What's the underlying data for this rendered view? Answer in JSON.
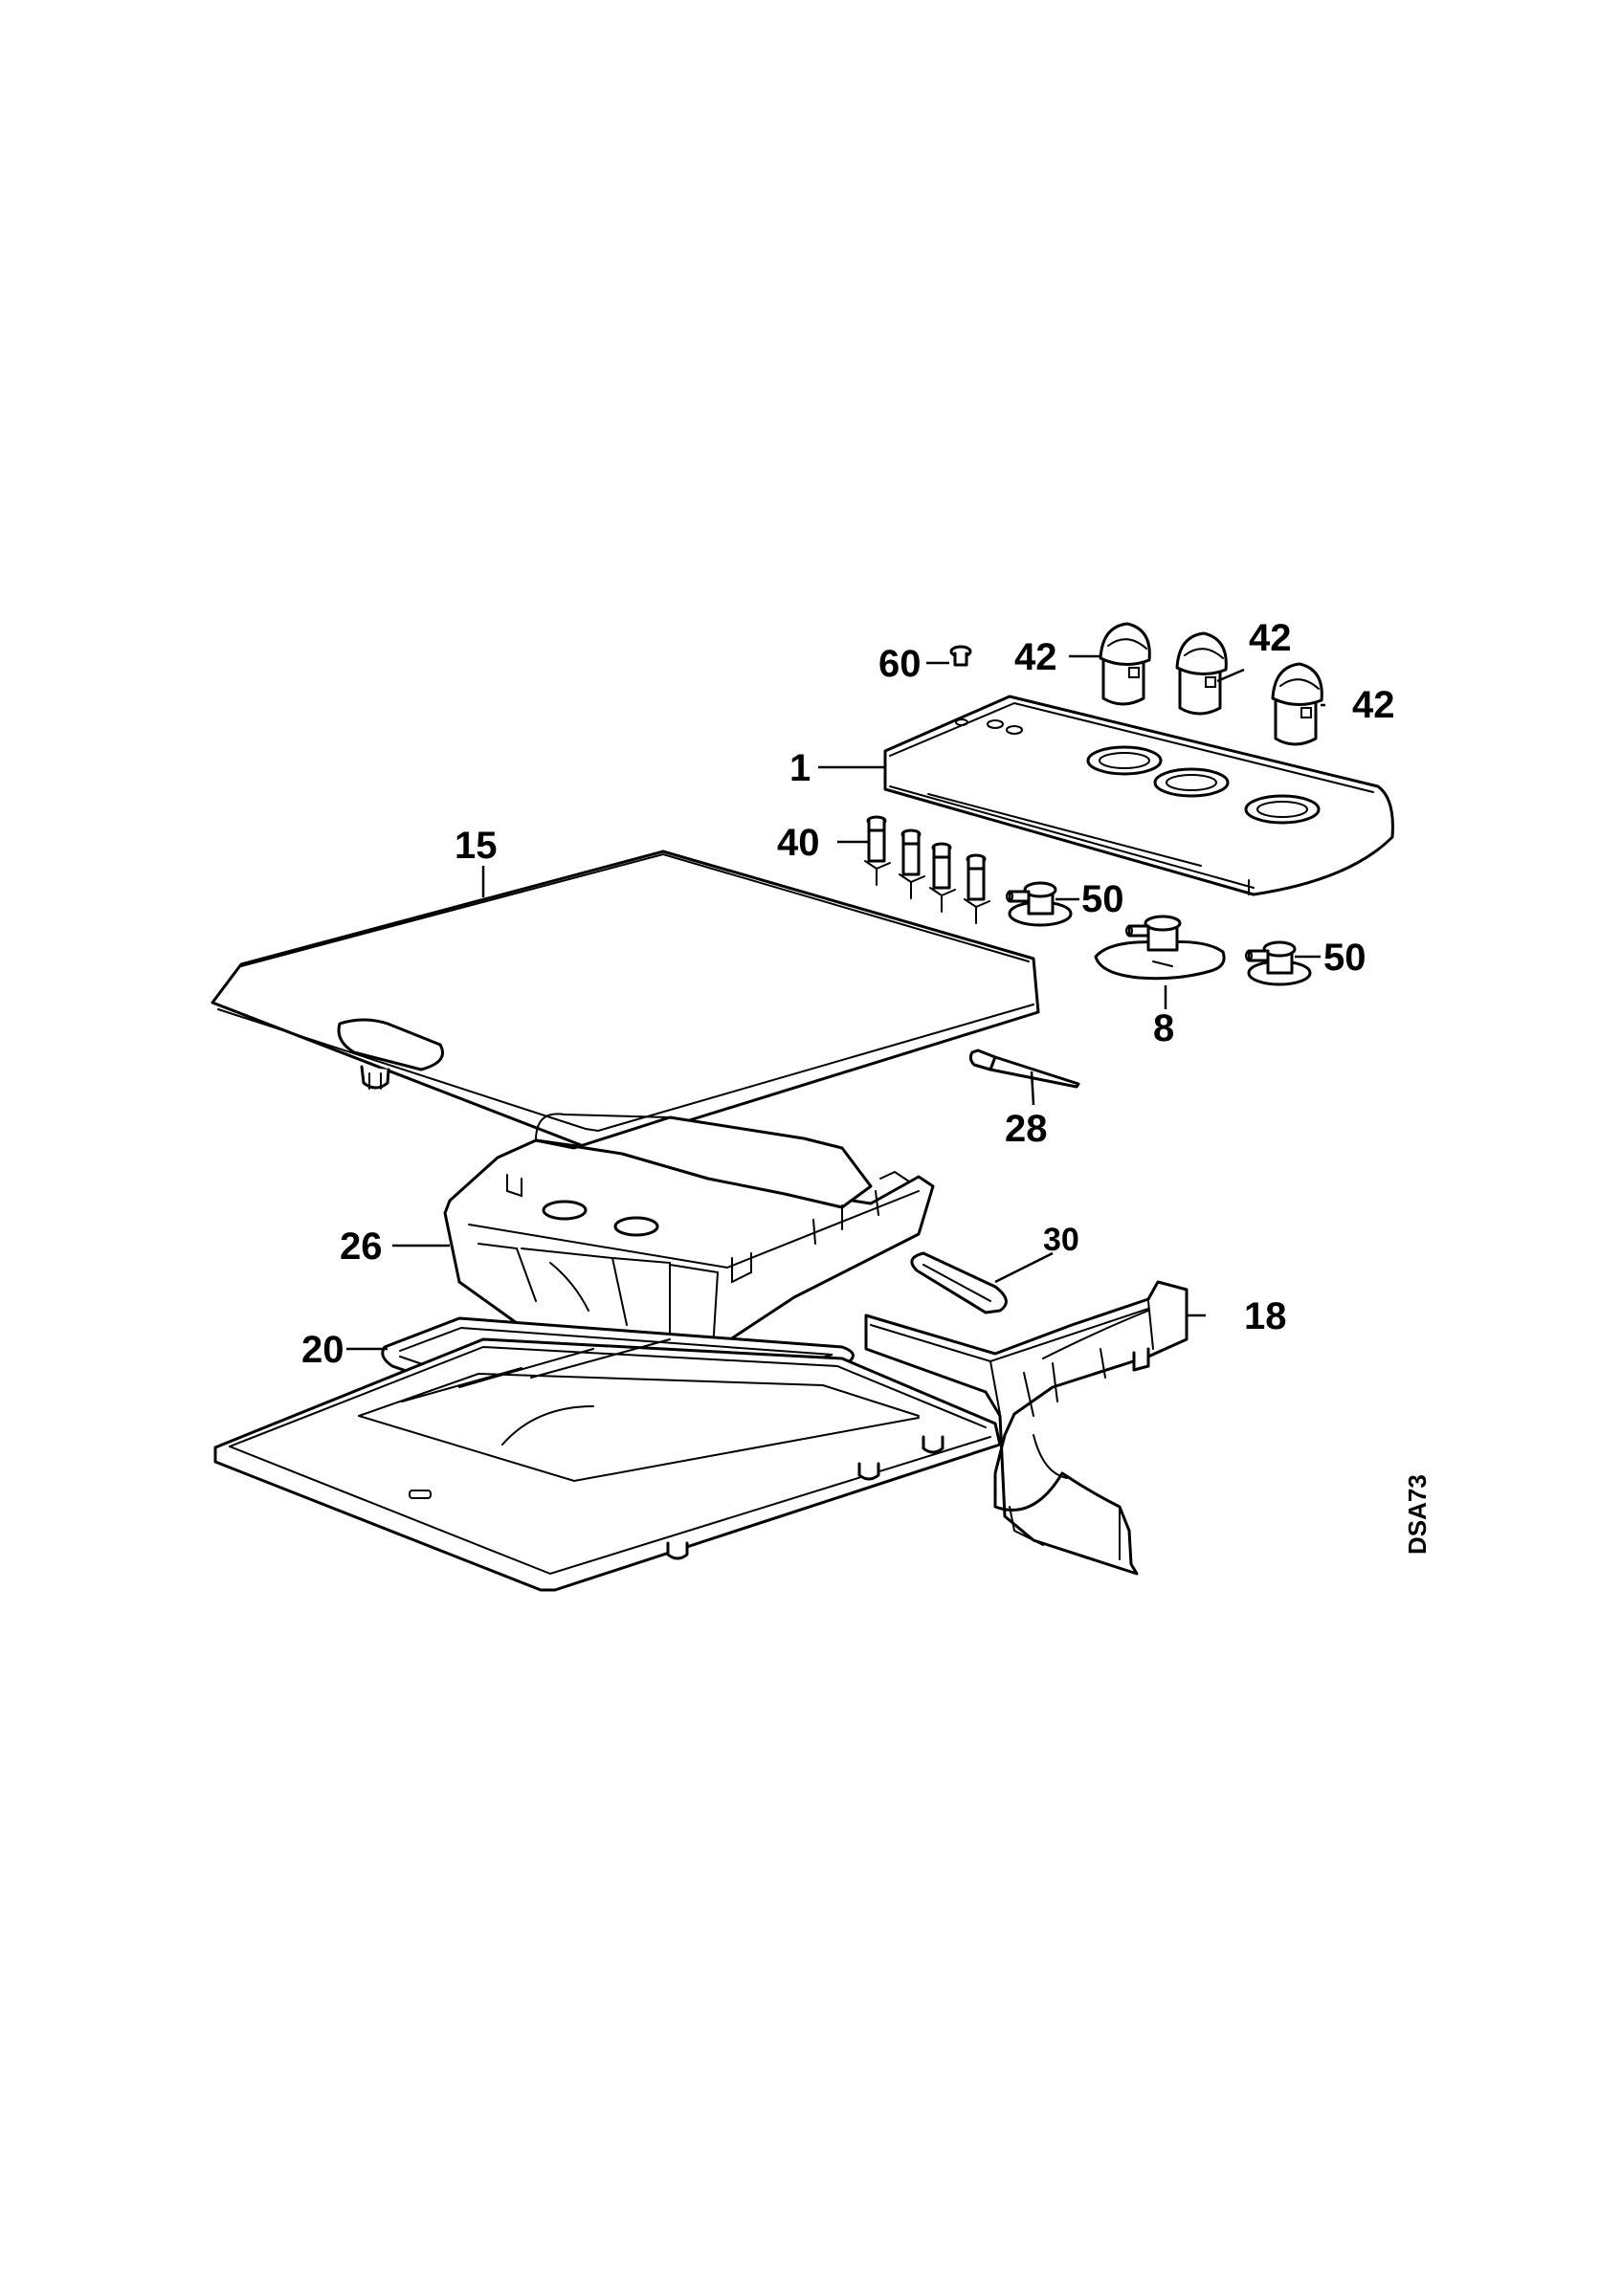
{
  "callouts": {
    "c60": "60",
    "c42a": "42",
    "c42b": "42",
    "c42c": "42",
    "c1": "1",
    "c15": "15",
    "c40": "40",
    "c50a": "50",
    "c50b": "50",
    "c8": "8",
    "c28": "28",
    "c26": "26",
    "c30": "30",
    "c18": "18",
    "c20": "20"
  },
  "drawing_code": "DSA73"
}
